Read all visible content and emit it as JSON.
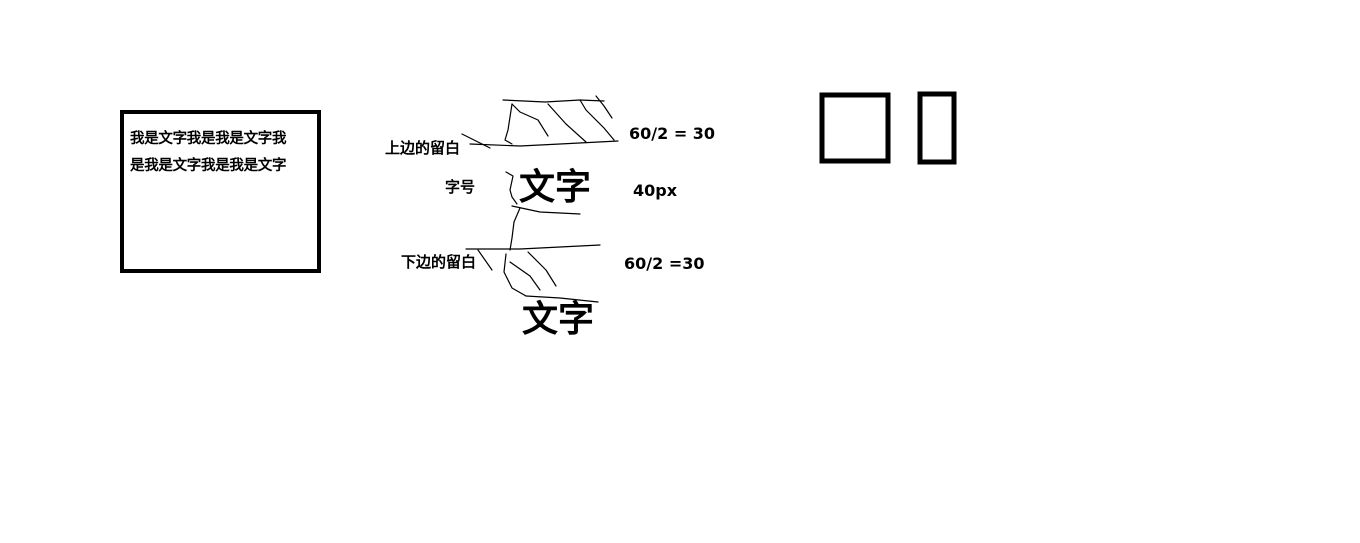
{
  "text_box": {
    "line1": "我是文字我是我是文字我",
    "line2": "是我是文字我是我是文字"
  },
  "labels": {
    "top_whitespace": "上边的留白",
    "font_size": "字号",
    "bottom_whitespace": "下边的留白"
  },
  "big_text": {
    "first": "文字",
    "second": "文字"
  },
  "values": {
    "top": "60/2 = 30",
    "font_size": "40px",
    "bottom": "60/2 =30"
  },
  "colors": {
    "ink": "#000000",
    "background": "#ffffff"
  }
}
